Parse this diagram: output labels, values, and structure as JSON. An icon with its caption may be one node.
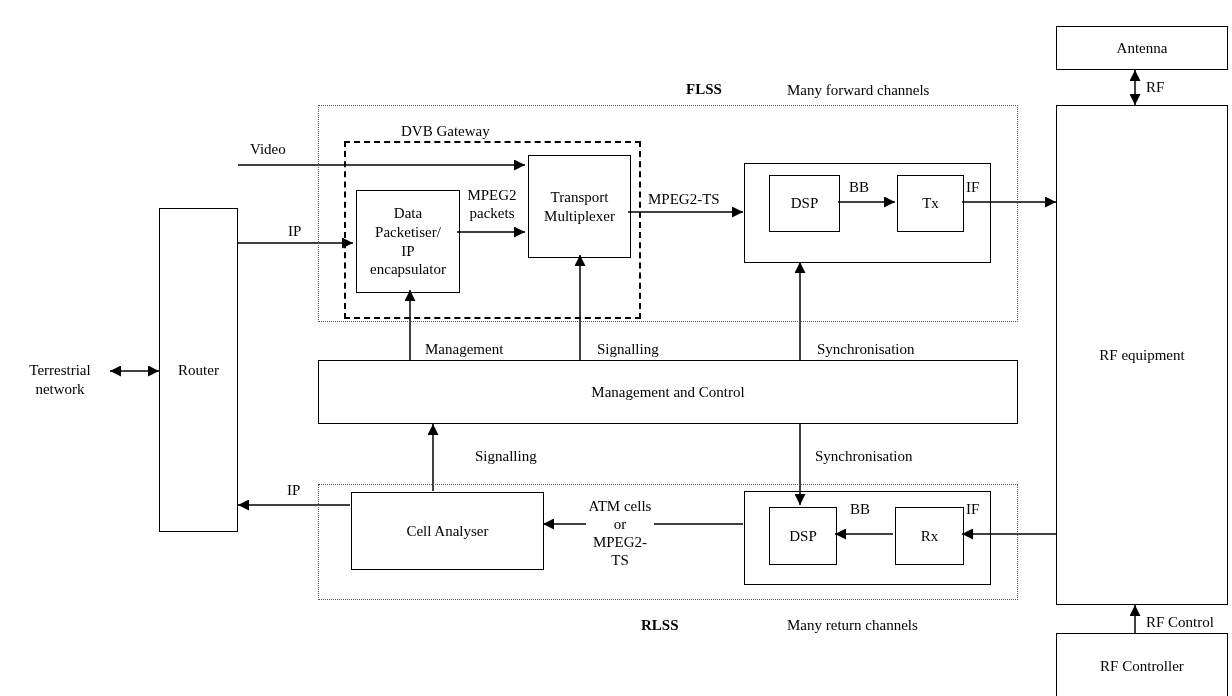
{
  "diagram": {
    "nodes": [
      {
        "text": [
          "Antenna"
        ]
      },
      {
        "text": [
          "FLSS",
          "Many forward channels"
        ]
      },
      {
        "text": [
          "DVB Gateway"
        ],
        "in": 1
      },
      {
        "text": [
          "Data Packetiser/ IP encapsulator"
        ],
        "in": 2
      },
      {
        "text": [
          "Transport Multiplexer"
        ],
        "in": 2
      },
      {
        "text": [],
        "shape": "box",
        "in": 1
      },
      {
        "text": [
          "DSP"
        ],
        "in": 5
      },
      {
        "text": [
          "Tx"
        ],
        "in": 5
      },
      {
        "text": [
          "RF equipment"
        ]
      },
      {
        "text": [
          "Router"
        ]
      },
      {
        "text": [
          "Terrestrial network"
        ]
      },
      {
        "text": [
          "Management and Control"
        ]
      },
      {
        "text": [
          "RLSS",
          "Many return channels"
        ]
      },
      {
        "text": [
          "Cell Analyser"
        ],
        "in": 12
      },
      {
        "text": [],
        "shape": "box",
        "in": 12
      },
      {
        "text": [
          "DSP"
        ],
        "in": 14
      },
      {
        "text": [
          "Rx"
        ],
        "in": 14
      },
      {
        "text": [
          "RF Controller"
        ]
      }
    ],
    "edges": [
      {
        "from": 0,
        "to": 8,
        "arrow": "both",
        "label": "RF"
      },
      {
        "from": null,
        "to": 4,
        "arrow": "to",
        "label": "Video"
      },
      {
        "from": 9,
        "to": 3,
        "arrow": "to",
        "label": "IP"
      },
      {
        "from": 3,
        "to": 4,
        "arrow": "to",
        "label": "MPEG2 packets"
      },
      {
        "from": 4,
        "to": 5,
        "arrow": "to",
        "label": "MPEG2-TS"
      },
      {
        "from": 6,
        "to": 7,
        "arrow": "to",
        "label": "BB"
      },
      {
        "from": 7,
        "to": 8,
        "arrow": "to",
        "label": "IF"
      },
      {
        "from": 11,
        "to": 3,
        "arrow": "to",
        "label": "Management"
      },
      {
        "from": 11,
        "to": 4,
        "arrow": "to",
        "label": "Signalling"
      },
      {
        "from": 11,
        "to": 5,
        "arrow": "to",
        "label": "Synchronisation"
      },
      {
        "from": 10,
        "to": 9,
        "arrow": "both"
      },
      {
        "from": 13,
        "to": 11,
        "arrow": "to",
        "label": "Signalling"
      },
      {
        "from": 11,
        "to": 15,
        "arrow": "to",
        "label": "Synchronisation"
      },
      {
        "from": 13,
        "to": 9,
        "arrow": "to",
        "label": "IP"
      },
      {
        "from": 14,
        "to": 13,
        "arrow": "to",
        "label": "ATM cells or MPEG2-TS"
      },
      {
        "from": 16,
        "to": 15,
        "arrow": "to",
        "label": "BB"
      },
      {
        "from": 8,
        "to": 16,
        "arrow": "to",
        "label": "IF"
      },
      {
        "from": 17,
        "to": 8,
        "arrow": "to",
        "label": "RF Control"
      }
    ]
  }
}
